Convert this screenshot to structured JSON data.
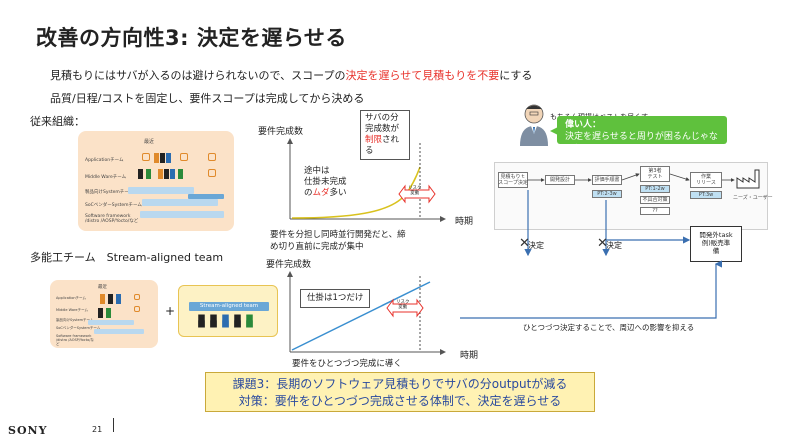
{
  "title": "改善の方向性3: 決定を遅らせる",
  "intro": {
    "line1_a": "見積もりにはサバが入るのは避けられないので、スコープの",
    "line1_red": "決定を遅らせて見積もりを不要",
    "line1_b": "にする",
    "line2": "品質/日程/コストを固定し、要件スコープは完成してから決める"
  },
  "traditional": {
    "label": "従来組織：",
    "panel_title": "最近",
    "rows": [
      "Applicationチーム",
      "Middle Wareチーム",
      "製品向けSystemチーム",
      "SoCベンダーSystemチーム",
      "Software framework /distro /AOSP/Yocto/など"
    ]
  },
  "crossfunctional": {
    "label": "多能工チーム　Stream-aligned team",
    "panel_title": "最近",
    "plus": "+",
    "stream_box": "Stream-aligned team"
  },
  "chart_top": {
    "ylabel": "要件完成数",
    "xlabel": "時期",
    "callout_saba_1": "サバの分",
    "callout_saba_2": "完成数が",
    "callout_saba_red": "制限",
    "callout_saba_3": "される",
    "callout_wip_1": "途中は",
    "callout_wip_2": "仕掛未完成",
    "callout_wip_3a": "の",
    "callout_wip_red": "ムダ",
    "callout_wip_3b": "多い",
    "risk": "リスク\n変動",
    "caption_1": "要件を分担し同時並行開発だと、締",
    "caption_2": "め切り直前に完成が集中"
  },
  "chart_bottom": {
    "ylabel": "要件完成数",
    "xlabel": "時期",
    "callout": "仕掛は1つだけ",
    "risk": "リスク\n変動",
    "caption": "要件をひとつづつ完成に導く"
  },
  "right": {
    "note": "もちろん現場はベストを尽くす",
    "speaker": "偉い人：",
    "speech": "決定を遅らせると周りが困るんじゃない？",
    "decision1": "決定",
    "decision2": "決定",
    "flow": {
      "b1": "見積もりｔ\nスコープ決定",
      "b2": "開発設計",
      "b3": "評価手順書",
      "b3_sub": "PT:2-3w",
      "b4": "第3者\nテスト",
      "b4_sub": "PT:1-2w",
      "b4_sub2": "不具合対策",
      "b4_sub3": "??",
      "b5": "作業\nリリース",
      "b5_sub": "PT:3w",
      "needs": "ニーズ・ユーザー"
    },
    "task_box_1": "開発外task",
    "task_box_2": "例)販売準",
    "task_box_3": "備",
    "bottom_note": "ひとつづつ決定することで、周辺への影響を抑える"
  },
  "summary": {
    "line1": "課題3：長期のソフトウェア見積もりでサバの分outputが減る",
    "line2": "対策：要件をひとつづつ完成させる体制で、決定を遅らせる"
  },
  "footer": {
    "brand": "SONY",
    "page": "21"
  },
  "colors": {
    "accent_red": "#e8322b",
    "summary_text": "#2a4a9e",
    "speech_green": "#5fc13d",
    "curve_yellow": "#d9c21e",
    "line_blue": "#3a8fd0"
  }
}
